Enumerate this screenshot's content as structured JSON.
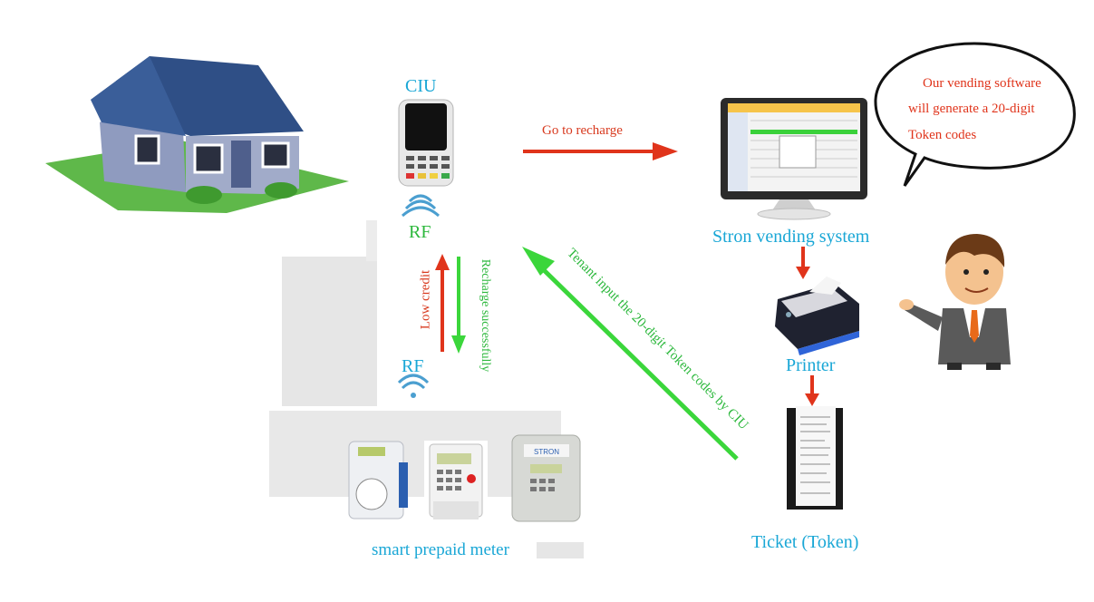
{
  "labels": {
    "ciu": "CIU",
    "rf_top": "RF",
    "rf_bottom": "RF",
    "go_to_recharge": "Go to recharge",
    "vending_system": "Stron vending system",
    "printer": "Printer",
    "ticket": "Ticket (Token)",
    "smart_meter": "smart prepaid meter",
    "low_credit": "Low credit",
    "recharge_successfully": "Recharge successfully",
    "tenant_input": "Tenant input the 20-digit Token codes by CIU",
    "bubble_line1": "Our vending software",
    "bubble_line2": "will generate a 20-digit",
    "bubble_line3": "Token codes"
  },
  "meter_brand": "STRON",
  "colors": {
    "cyan_label": "#1aa7d6",
    "green_label": "#2db83d",
    "red_arrow": "#e0341b",
    "green_arrow": "#3bd63b",
    "roof": "#2f4f86",
    "house_wall": "#9aa7c7"
  },
  "icons": [
    "house-illustration",
    "ciu-keypad-device",
    "wifi-icon",
    "monitor-icon",
    "printer-icon",
    "receipt-icon",
    "businessman-illustration",
    "water-meter",
    "electric-meter",
    "gas-meter"
  ]
}
